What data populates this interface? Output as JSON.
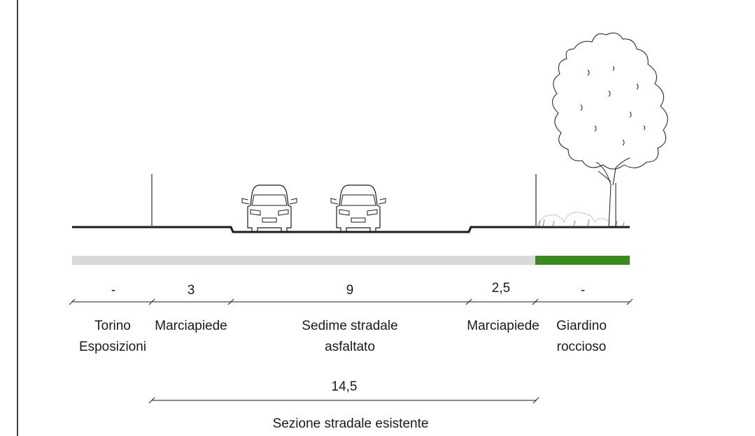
{
  "section": {
    "title": "Sezione stradale esistente",
    "total_width": "14,5",
    "segments": [
      {
        "dimension": "-",
        "name_line1": "Torino",
        "name_line2": "Esposizioni"
      },
      {
        "dimension": "3",
        "name_line1": "Marciapiede",
        "name_line2": ""
      },
      {
        "dimension": "9",
        "name_line1": "Sedime stradale",
        "name_line2": "asfaltato"
      },
      {
        "dimension": "2,5",
        "name_line1": "Marciapiede",
        "name_line2": ""
      },
      {
        "dimension": "-",
        "name_line1": "Giardino",
        "name_line2": "roccioso"
      }
    ]
  },
  "colors": {
    "paved_band": "#d9d9d9",
    "green_band": "#3a8a22",
    "line": "#1a1a1a"
  },
  "icons": [
    "car-icon",
    "car-icon",
    "tree-icon",
    "shrub-icon",
    "pole-icon"
  ]
}
